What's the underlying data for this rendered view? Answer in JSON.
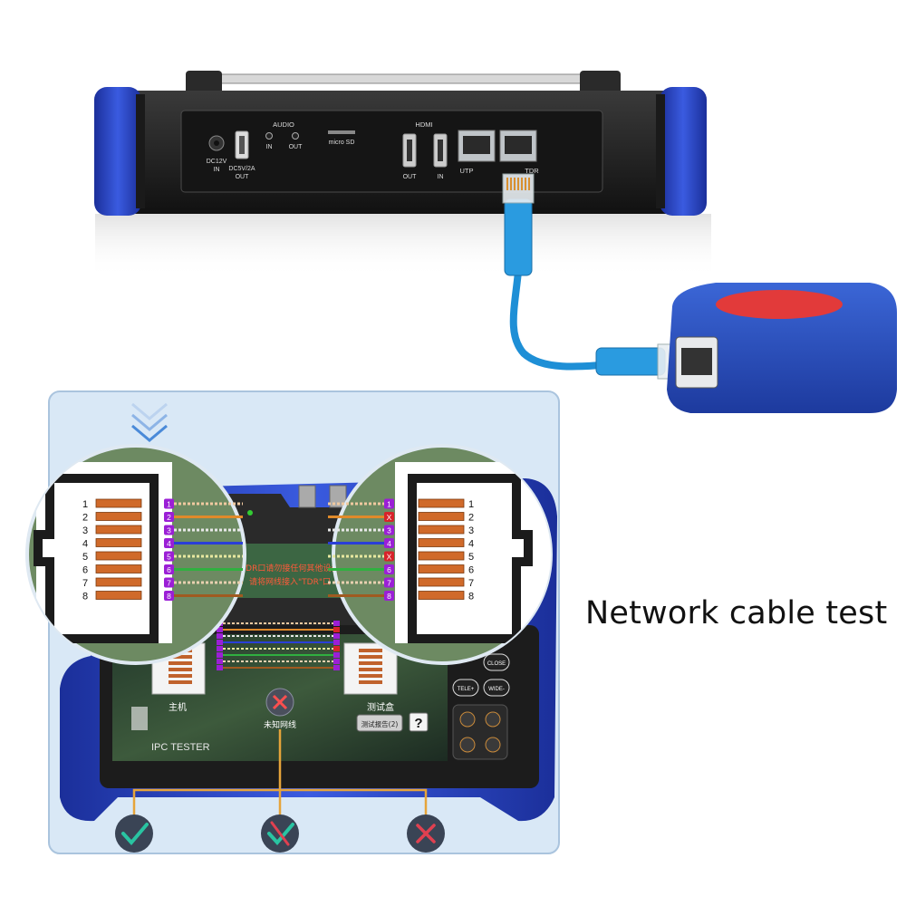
{
  "caption": "Network cable test",
  "device_back": {
    "dc_in": [
      "DC12V",
      "IN"
    ],
    "usb_out": [
      "DC5V/2A",
      "OUT"
    ],
    "audio": {
      "title": "AUDIO",
      "in": "IN",
      "out": "OUT"
    },
    "micro_sd": "micro SD",
    "hdmi": {
      "title": "HDMI",
      "out": "OUT",
      "in": "IN"
    },
    "utp": "UTP",
    "tdr": "TDR"
  },
  "screen": {
    "warning_line1": "TDR口请勿接任何其他设备",
    "warning_line2": "请将网线接入\"TDR\"口",
    "host_label": "主机",
    "box_label": "测试盒",
    "unknown_cable": "未知网线",
    "report_button": "测试报告(2)",
    "help_button": "?",
    "brand": "IPC TESTER",
    "buttons": {
      "close": "CLOSE",
      "tele": "TELE+",
      "wide": "WIDE-"
    }
  },
  "pins": {
    "numbers": [
      "1",
      "2",
      "3",
      "4",
      "5",
      "6",
      "7",
      "8"
    ],
    "left_badges": [
      "1",
      "2",
      "3",
      "4",
      "5",
      "6",
      "7",
      "8"
    ],
    "right_badges": [
      "1",
      "X",
      "3",
      "4",
      "X",
      "6",
      "7",
      "8"
    ],
    "badge_colors": [
      "#9b1fd6",
      "#d8232a",
      "#9b1fd6",
      "#9b1fd6",
      "#d8232a",
      "#9b1fd6",
      "#9b1fd6",
      "#9b1fd6"
    ],
    "wire_colors": [
      "#f0c9a0",
      "#e08a2a",
      "#e8e8e8",
      "#2a3fd8",
      "#e8e8a0",
      "#30b040",
      "#e8d0b0",
      "#a05a20"
    ]
  },
  "status_icons": [
    {
      "name": "check",
      "color": "#29a88a"
    },
    {
      "name": "cross-check",
      "color": "#29a88a"
    },
    {
      "name": "cross",
      "color": "#e04050"
    }
  ],
  "colors": {
    "device_blue": "#2f4fd1",
    "panel_bg": "#d9e8f6",
    "cable_blue": "#1e8fd6",
    "connector_orange": "#d9893e"
  }
}
